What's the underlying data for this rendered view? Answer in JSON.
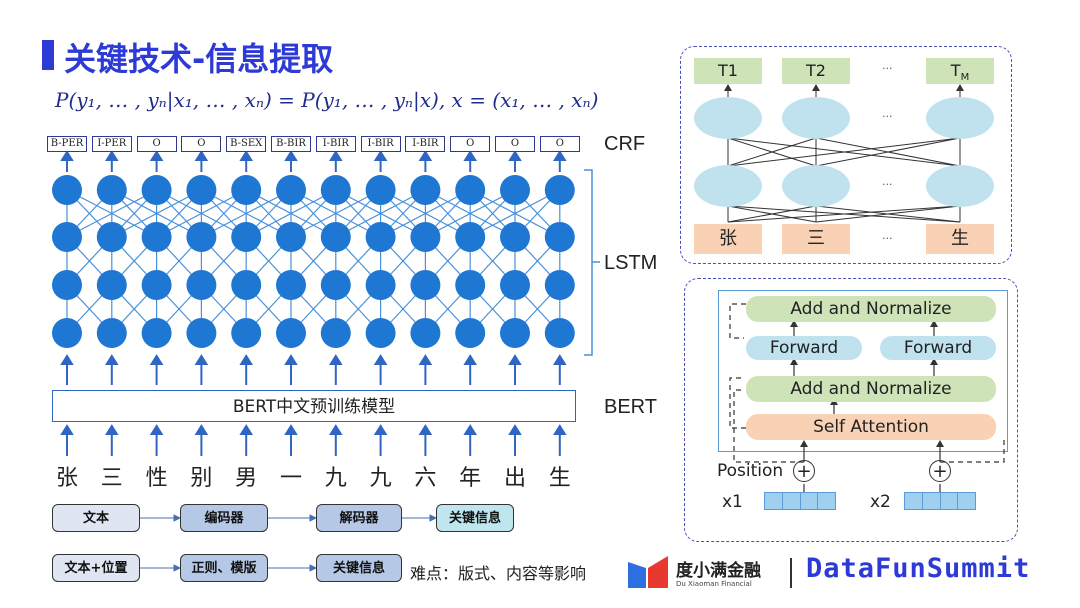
{
  "slide": {
    "title": "关键技术-信息提取",
    "formula": "P(y₁, … , yₙ|x₁, … , xₙ) = P(y₁, … , yₙ|x),     x = (x₁, … , xₙ)",
    "tags": [
      "B-PER",
      "I-PER",
      "O",
      "O",
      "B-SEX",
      "B-BIR",
      "I-BIR",
      "I-BIR",
      "I-BIR",
      "O",
      "O",
      "O"
    ],
    "chars": [
      "张",
      "三",
      "性",
      "别",
      "男",
      "一",
      "九",
      "九",
      "六",
      "年",
      "出",
      "生"
    ],
    "label_crf": "CRF",
    "label_lstm": "LSTM",
    "label_bert": "BERT",
    "bert_box": "BERT中文预训练模型",
    "pipeline1": [
      "文本",
      "编码器",
      "解码器",
      "关键信息"
    ],
    "pipeline2": [
      "文本+位置",
      "正则、模版",
      "关键信息"
    ],
    "difficulty": "难点：版式、内容等影响",
    "colors": {
      "accent": "#2d3ad6",
      "node": "#1f77d4",
      "gray_box": "#dfe6f2",
      "blue_box": "#b5c8e6",
      "teal_box": "#bfe6ee",
      "green": "#cfe3b8",
      "light_blue": "#bfe2ee",
      "orange": "#f9d2b6"
    }
  },
  "lstm_panel": {
    "top_labels": [
      "T1",
      "T2",
      "···",
      "T"
    ],
    "top_sub": "M",
    "bottom_chars": [
      "张",
      "三",
      "···",
      "生"
    ],
    "mid_dots": "···"
  },
  "transformer_panel": {
    "add_norm_top": "Add and Normalize",
    "forward_left": "Forward",
    "forward_right": "Forward",
    "add_norm_bottom": "Add and Normalize",
    "self_attention": "Self Attention",
    "position": "Position",
    "plus": "+",
    "x1": "x1",
    "x2": "x2"
  },
  "brand": {
    "cn": "度小满金融",
    "en": "Du Xiaoman Financial",
    "summit": "DataFunSummit",
    "logo_icon": "du-xiaoman-logo-icon"
  }
}
